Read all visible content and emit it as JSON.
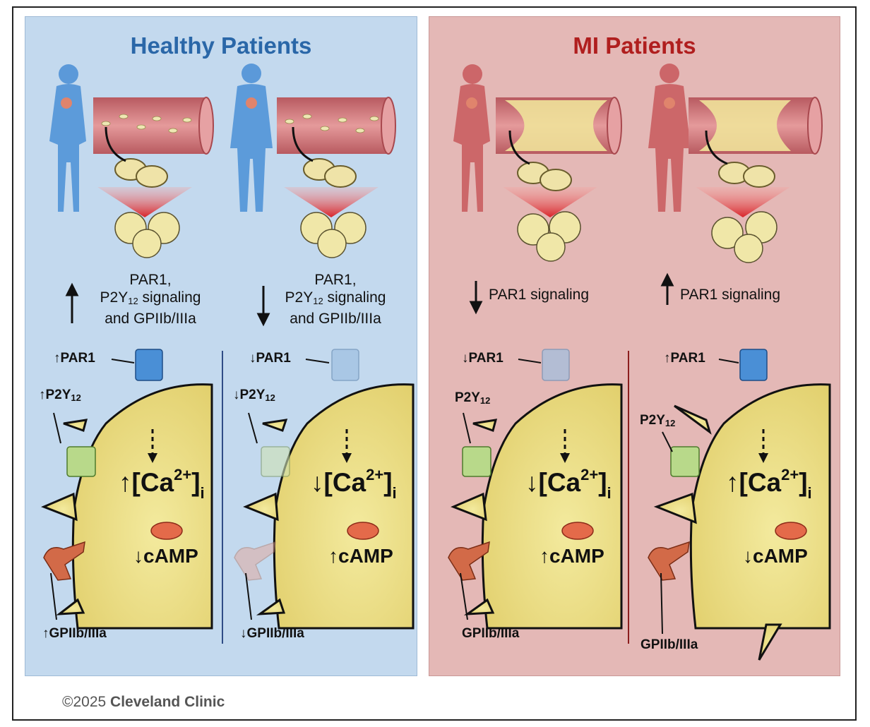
{
  "copyright": {
    "symbol_year": "©2025",
    "brand": "Cleveland Clinic"
  },
  "healthy": {
    "title": "Healthy Patients",
    "signal_up": {
      "line1": "PAR1,",
      "line2_a": "P2Y",
      "line2_sub": "12",
      "line2_b": " signaling",
      "line3": "and GPIIb/IIIa"
    },
    "signal_down": {
      "line1": "PAR1,",
      "line2_a": "P2Y",
      "line2_sub": "12",
      "line2_b": " signaling",
      "line3": "and GPIIb/IIIa"
    },
    "left_cell": {
      "par1": "PAR1",
      "p2y": "P2Y",
      "p2y_sub": "12",
      "ca": "[Ca",
      "ca_sup": "2+",
      "ca_close": "]",
      "ca_sub": "i",
      "camp": "cAMP",
      "gp": "GPIIb/IIIa"
    },
    "right_cell": {
      "par1": "PAR1",
      "p2y": "P2Y",
      "p2y_sub": "12",
      "ca": "[Ca",
      "ca_sup": "2+",
      "ca_close": "]",
      "ca_sub": "i",
      "camp": "cAMP",
      "gp": "GPIIb/IIIa"
    }
  },
  "mi": {
    "title": "MI Patients",
    "signal_down": "PAR1 signaling",
    "signal_up": "PAR1 signaling",
    "left_cell": {
      "par1": "PAR1",
      "p2y": "P2Y",
      "p2y_sub": "12",
      "ca": "[Ca",
      "ca_sup": "2+",
      "ca_close": "]",
      "ca_sub": "i",
      "camp": "cAMP",
      "gp": "GPIIb/IIIa"
    },
    "right_cell": {
      "par1": "PAR1",
      "p2y": "P2Y",
      "p2y_sub": "12",
      "ca": "[Ca",
      "ca_sup": "2+",
      "ca_close": "]",
      "ca_sub": "i",
      "camp": "cAMP",
      "gp": "GPIIb/IIIa"
    }
  },
  "arrows": {
    "up": "↑",
    "down": "↓"
  },
  "colors": {
    "healthy_bg": "#c3d9ee",
    "mi_bg": "#e4b8b6",
    "healthy_title": "#2a67a8",
    "mi_title": "#b01e1e",
    "platelet": "#ece39c",
    "vessel": "#d9878a"
  }
}
